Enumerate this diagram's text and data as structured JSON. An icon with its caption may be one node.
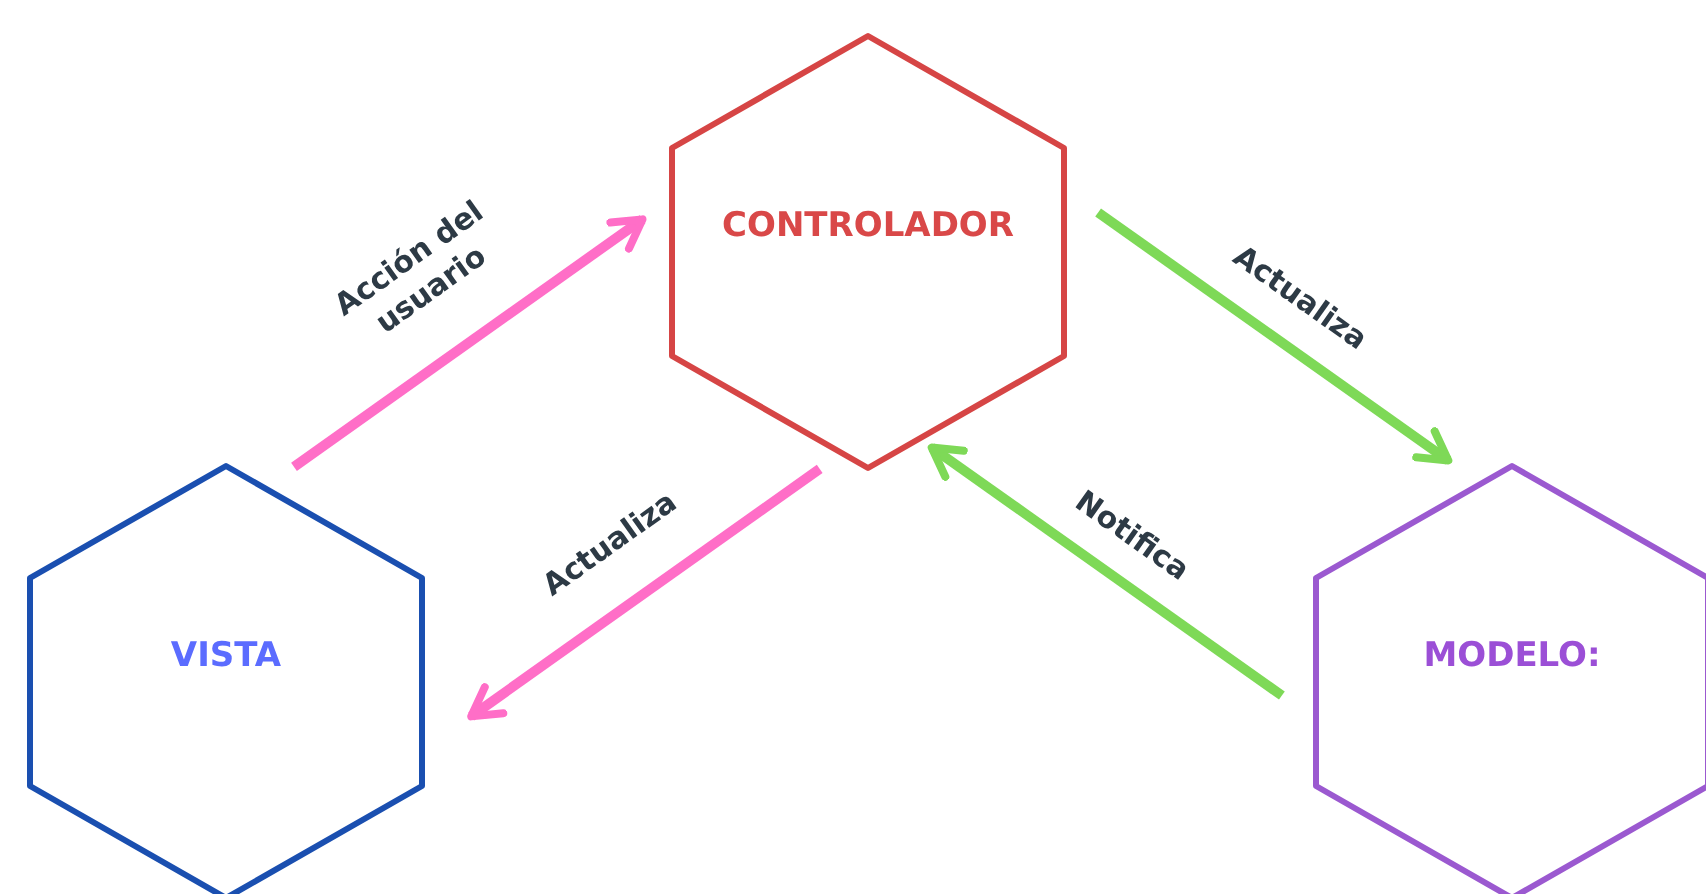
{
  "diagram": {
    "nodes": [
      {
        "text": [
          "CONTROLADOR"
        ]
      },
      {
        "text": [
          "VISTA"
        ]
      },
      {
        "text": [
          "MODELO:"
        ]
      }
    ],
    "edges": [
      {
        "from": 1,
        "to": 0,
        "arrow": "to",
        "label": "Acción del usuario",
        "color": "#ff6ec7"
      },
      {
        "from": 0,
        "to": 2,
        "arrow": "to",
        "label": "Actualiza",
        "color": "#7ed957"
      },
      {
        "from": 2,
        "to": 0,
        "arrow": "to",
        "label": "Notifica",
        "color": "#7ed957"
      },
      {
        "from": 0,
        "to": 1,
        "arrow": "to",
        "label": "Actualiza",
        "color": "#ff6ec7"
      }
    ]
  }
}
